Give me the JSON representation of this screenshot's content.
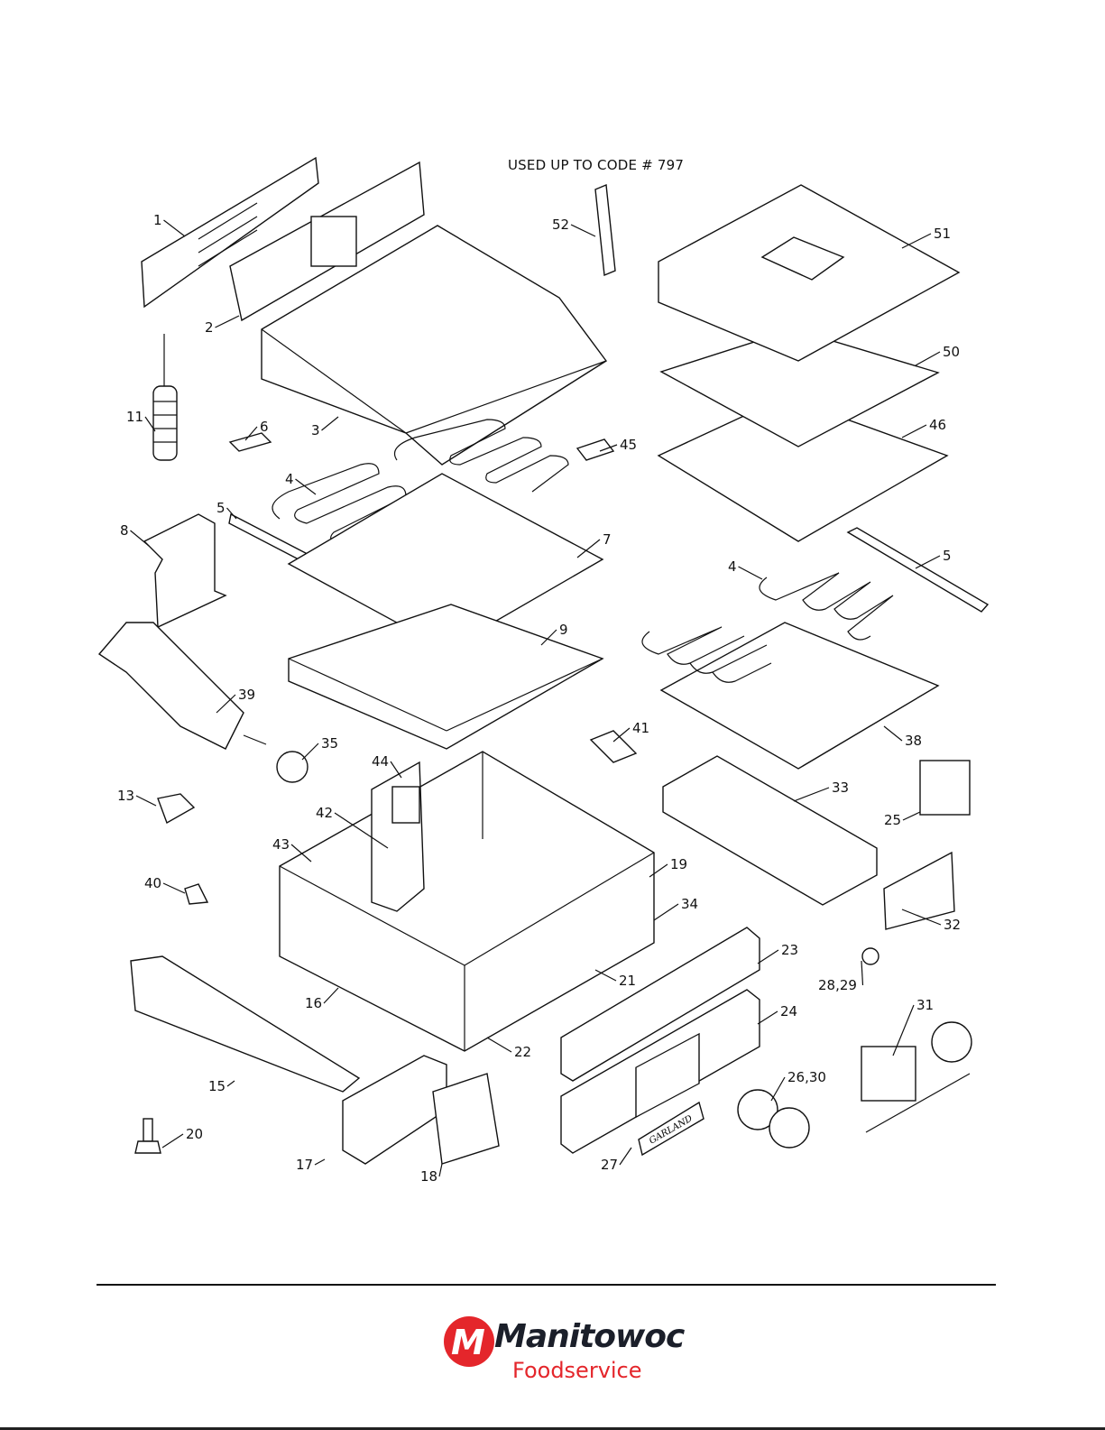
{
  "header": {
    "code_note": "USED UP TO CODE # 797"
  },
  "callouts": [
    "1",
    "2",
    "3",
    "11",
    "6",
    "45",
    "4",
    "5",
    "7",
    "8",
    "9",
    "39",
    "35",
    "13",
    "44",
    "42",
    "43",
    "40",
    "19",
    "34",
    "21",
    "16",
    "22",
    "15",
    "20",
    "17",
    "18",
    "27",
    "26,30",
    "24",
    "23",
    "28,29",
    "31",
    "32",
    "25",
    "33",
    "41",
    "38",
    "5",
    "4",
    "46",
    "50",
    "51",
    "52"
  ],
  "nameplate_text": "GARLAND",
  "logo": {
    "brand": "Manitowoc",
    "sub": "Foodservice",
    "brand_color": "#e4262b",
    "text_color": "#1b1f2a"
  }
}
